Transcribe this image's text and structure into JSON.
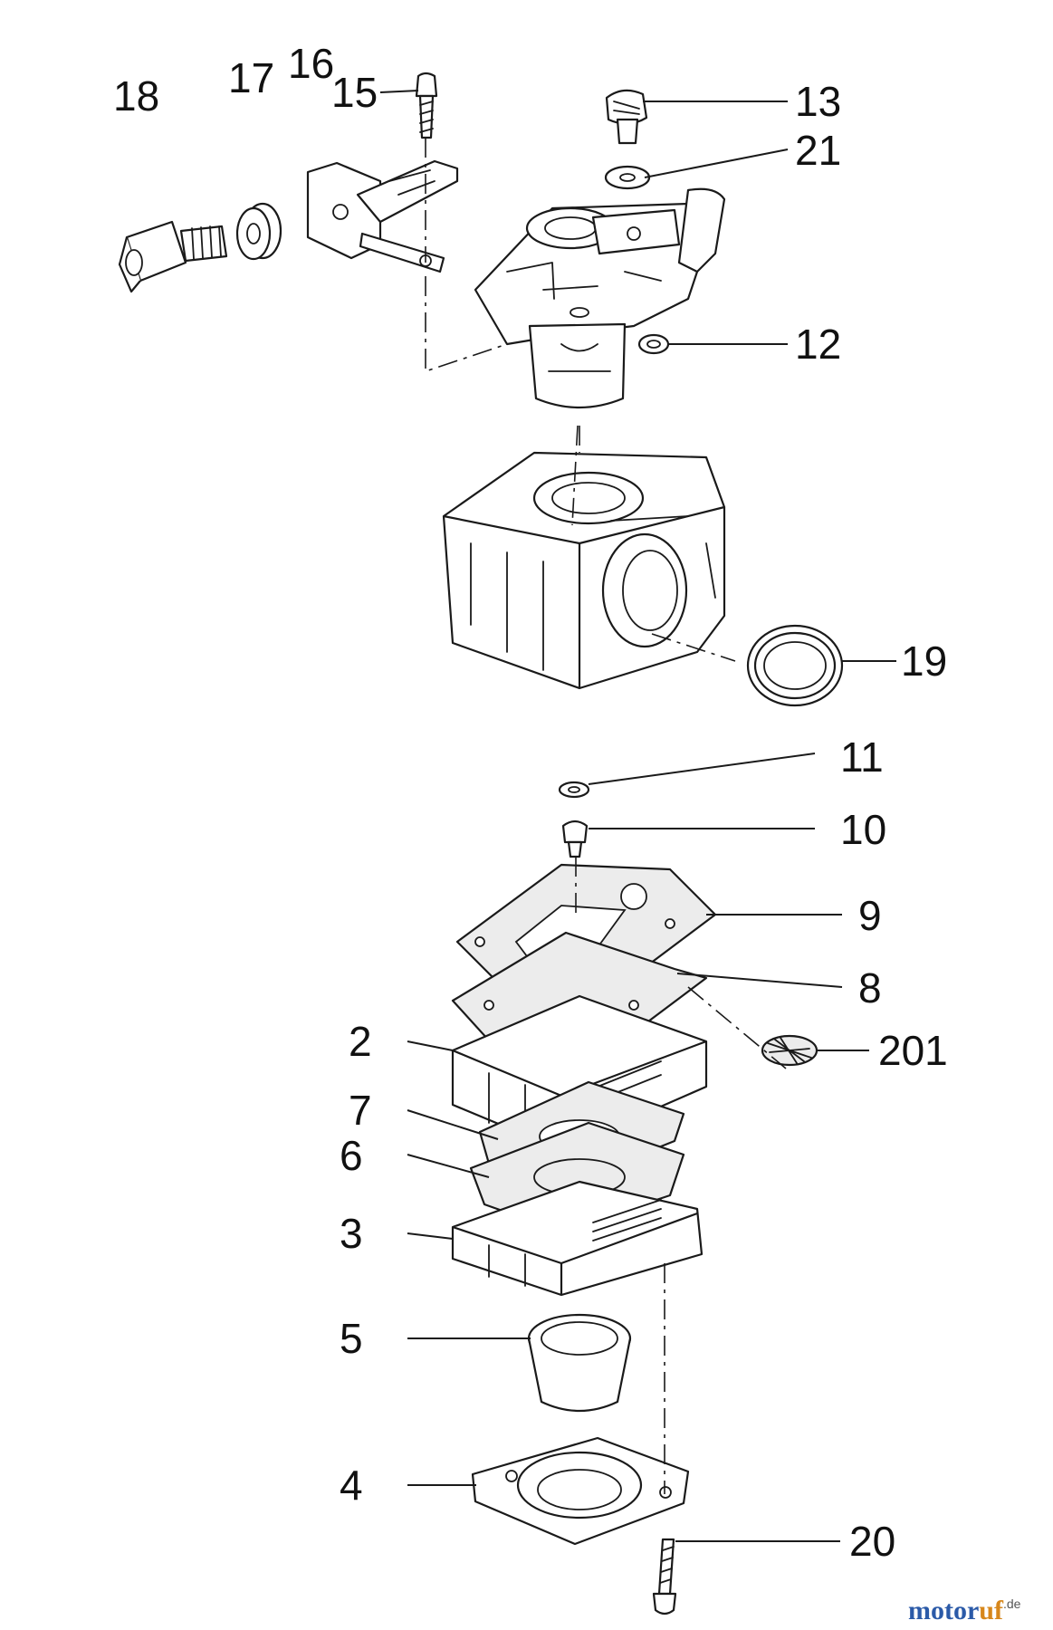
{
  "diagram": {
    "callouts": {
      "p18": "18",
      "p17": "17",
      "p16": "16",
      "p15": "15",
      "p13": "13",
      "p21": "21",
      "p12": "12",
      "p19": "19",
      "p11": "11",
      "p10": "10",
      "p9": "9",
      "p8": "8",
      "p2": "2",
      "p201": "201",
      "p7": "7",
      "p6": "6",
      "p3": "3",
      "p5": "5",
      "p4": "4",
      "p20": "20"
    },
    "watermark": {
      "part_a": "motor",
      "part_b": "uf",
      "suffix": ".de"
    },
    "colors": {
      "line": "#1a1a1a",
      "watermark_blue": "#2b5aa8",
      "watermark_orange": "#d7871c"
    }
  }
}
